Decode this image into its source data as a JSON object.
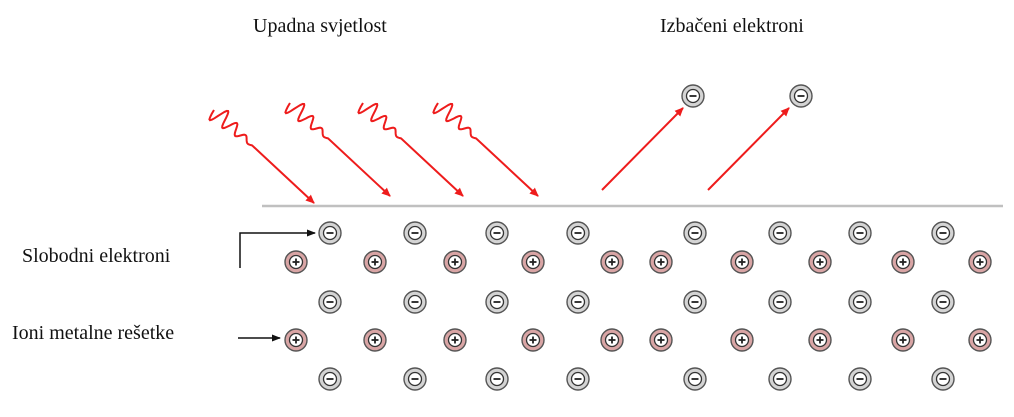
{
  "labels": {
    "incident_light": "Upadna svjetlost",
    "ejected_electrons": "Izbačeni elektroni",
    "free_electrons": "Slobodni elektroni",
    "lattice_ions": "Ioni metalne rešetke"
  },
  "symbols": {
    "electron": "−",
    "ion": "+"
  },
  "colors": {
    "light_ray": "#ee1c1c",
    "surface": "#c0c0c0",
    "electron_fill": "#d4d4d4",
    "ion_fill": "#d9a5a5",
    "outline": "#555555"
  },
  "counts": {
    "incident_rays": 4,
    "ejected_electrons": 2
  }
}
